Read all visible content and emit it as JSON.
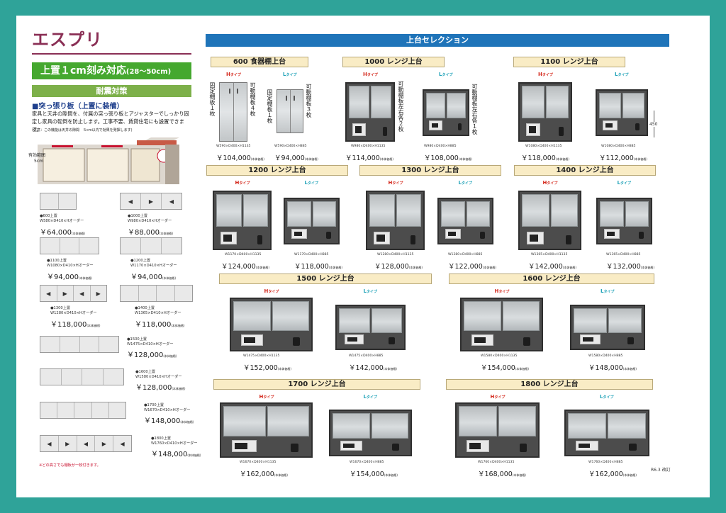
{
  "brand": {
    "title": "エスプリ",
    "subtitle": "上置１cm刻み対応",
    "subtitle_range": "(28～50cm)",
    "quake_title": "耐震対策"
  },
  "tension": {
    "heading": "■突っ張り板（上置に装備）",
    "description": "家具と天井の隙間を、付属の突っ張り板とアジャスターでしっかり固定し家具の転倒を防止します。工事不要、賃貸住宅にも設置できます。",
    "note": "(注意：この機能は天井の隙間　５cm以内で効果を発揮します)",
    "range_label": "有効範囲",
    "range_value": "5cm"
  },
  "left_items": [
    {
      "name": "●600上置",
      "model": "W580×D410×Hオーダー",
      "price": "￥64,000",
      "tax": "(本体価格)"
    },
    {
      "name": "●1000上置",
      "model": "W980×D410×Hオーダー",
      "price": "￥88,000",
      "tax": "(本体価格)"
    },
    {
      "name": "●1100上置",
      "model": "W1080×D410×Hオーダー",
      "price": "￥94,000",
      "tax": "(本体価格)"
    },
    {
      "name": "●1200上置",
      "model": "W1170×D410×Hオーダー",
      "price": "￥94,000",
      "tax": "(本体価格)"
    },
    {
      "name": "●1300上置",
      "model": "W1280×D410×Hオーダー",
      "price": "￥118,000",
      "tax": "(本体価格)"
    },
    {
      "name": "●1400上置",
      "model": "W1365×D410×Hオーダー",
      "price": "￥118,000",
      "tax": "(本体価格)"
    },
    {
      "name": "●1500上置",
      "model": "W1475×D410×Hオーダー",
      "price": "￥128,000",
      "tax": "(本体価格)"
    },
    {
      "name": "●1600上置",
      "model": "W1580×D410×Hオーダー",
      "price": "￥128,000",
      "tax": "(本体価格)"
    },
    {
      "name": "●1700上置",
      "model": "W1670×D410×Hオーダー",
      "price": "￥148,000",
      "tax": "(本体価格)"
    },
    {
      "name": "●1800上置",
      "model": "W1760×D410×Hオーダー",
      "price": "￥148,000",
      "tax": "(本体価格)"
    }
  ],
  "left_note": "※どの高さでも棚板が一枚付きます。",
  "selection": {
    "heading": "上台セレクション",
    "h_type": "H",
    "l_type": "L",
    "type_suffix": "タイプ",
    "tax": "(本体価格)",
    "groups": [
      {
        "title": "600 食器棚上台",
        "h_model": "W590×D400×H1135",
        "h_price": "￥104,000",
        "l_model": "W590×D400×H885",
        "l_price": "￥94,000",
        "h_side_left": "固定棚板１枚",
        "h_side_right": "可動棚板４枚",
        "l_side_left": "固定棚板１枚",
        "l_side_right": "可動棚板３枚"
      },
      {
        "title": "1000 レンジ上台",
        "h_model": "W980×D400×H1135",
        "h_price": "￥114,000",
        "l_model": "W980×D400×H885",
        "l_price": "￥108,000",
        "h_side": "可動棚板左右各２枚",
        "l_side": "可動棚板左右各１枚"
      },
      {
        "title": "1100 レンジ上台",
        "h_model": "W1080×D400×H1135",
        "h_price": "￥118,000",
        "l_model": "W1080×D400×H885",
        "l_price": "￥112,000",
        "dim": "450"
      },
      {
        "title": "1200 レンジ上台",
        "h_model": "W1170×D400×H1135",
        "h_price": "￥124,000",
        "l_model": "W1170×D400×H885",
        "l_price": "￥118,000"
      },
      {
        "title": "1300 レンジ上台",
        "h_model": "W1280×D400×H1135",
        "h_price": "￥128,000",
        "l_model": "W1280×D400×H885",
        "l_price": "￥122,000"
      },
      {
        "title": "1400 レンジ上台",
        "h_model": "W1365×D400×H1135",
        "h_price": "￥142,000",
        "l_model": "W1365×D400×H885",
        "l_price": "￥132,000"
      },
      {
        "title": "1500 レンジ上台",
        "h_model": "W1475×D400×H1135",
        "h_price": "￥152,000",
        "l_model": "W1475×D400×H885",
        "l_price": "￥142,000"
      },
      {
        "title": "1600 レンジ上台",
        "h_model": "W1580×D400×H1135",
        "h_price": "￥154,000",
        "l_model": "W1580×D400×H885",
        "l_price": "￥148,000"
      },
      {
        "title": "1700 レンジ上台",
        "h_model": "W1670×D400×H1135",
        "h_price": "￥162,000",
        "l_model": "W1670×D400×H885",
        "l_price": "￥154,000"
      },
      {
        "title": "1800 レンジ上台",
        "h_model": "W1760×D400×H1135",
        "h_price": "￥168,000",
        "l_model": "W1760×D400×H885",
        "l_price": "￥162,000"
      }
    ]
  },
  "revision": "R6.3 改訂",
  "colors": {
    "background": "#2fa399",
    "title": "#8a2f55",
    "green": "#45a82f",
    "blue": "#1f74b9",
    "h_type": "#d42a1e",
    "l_type": "#1fa2b8",
    "tan": "#f9ecc5"
  }
}
